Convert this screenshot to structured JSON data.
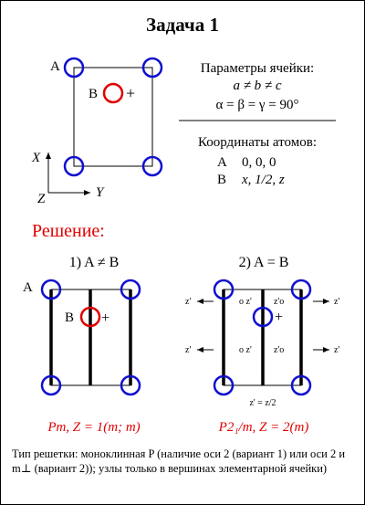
{
  "title": "Задача 1",
  "unit_cell": {
    "label_A": "A",
    "label_B": "B",
    "plus": "+",
    "axis_x": "X",
    "axis_y": "Y",
    "axis_z": "Z"
  },
  "params": {
    "heading": "Параметры ячейки:",
    "line1": "a ≠ b ≠ c",
    "line2": "α = β = γ = 90°"
  },
  "coords": {
    "heading": "Координаты атомов:",
    "row_A_label": "A",
    "row_A_value": "0, 0, 0",
    "row_B_label": "B",
    "row_B_value": "x, 1/2,  z"
  },
  "solution_title": "Решение:",
  "variant1": {
    "title": "1) A ≠ B",
    "label_A": "A",
    "label_B": "B",
    "plus": "+",
    "result": "Pm, Z = 1(m; m)"
  },
  "variant2": {
    "title": "2) A = B",
    "z_prime": "z'",
    "oz_prime": "o z'",
    "zo_prime": "z'o",
    "plus": "+",
    "z_eq": "z' = z/2",
    "result": "P2₁/m, Z = 2(m)"
  },
  "colors": {
    "blue": "#1010d0",
    "red": "#e00000",
    "black": "#000000"
  },
  "caption": "Тип решетки: моноклинная P (наличие оси 2 (вариант 1) или оси 2 и m⊥ (вариант 2)); узлы только в вершинах элементарной ячейки)"
}
